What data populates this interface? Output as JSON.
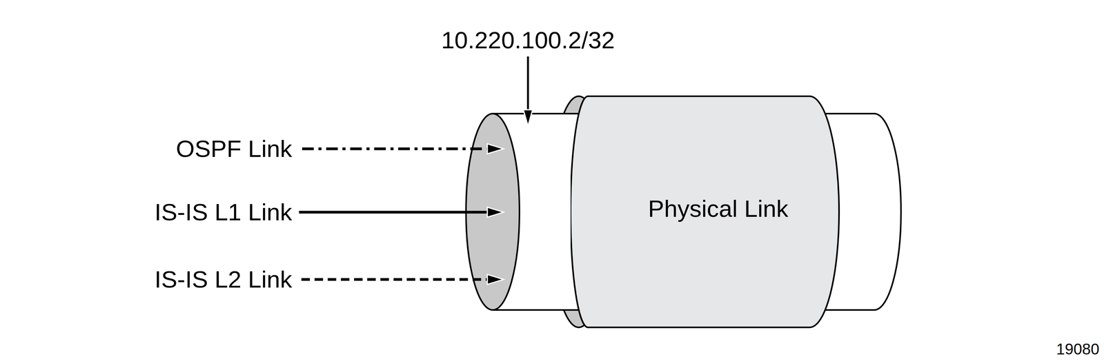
{
  "diagram": {
    "nodes": [
      {
        "text": [
          "Physical Link"
        ]
      }
    ],
    "labels": [
      "10.220.100.2/32",
      "OSPF Link",
      "IS-IS L1 Link",
      "IS-IS L2 Link",
      "19080"
    ]
  }
}
